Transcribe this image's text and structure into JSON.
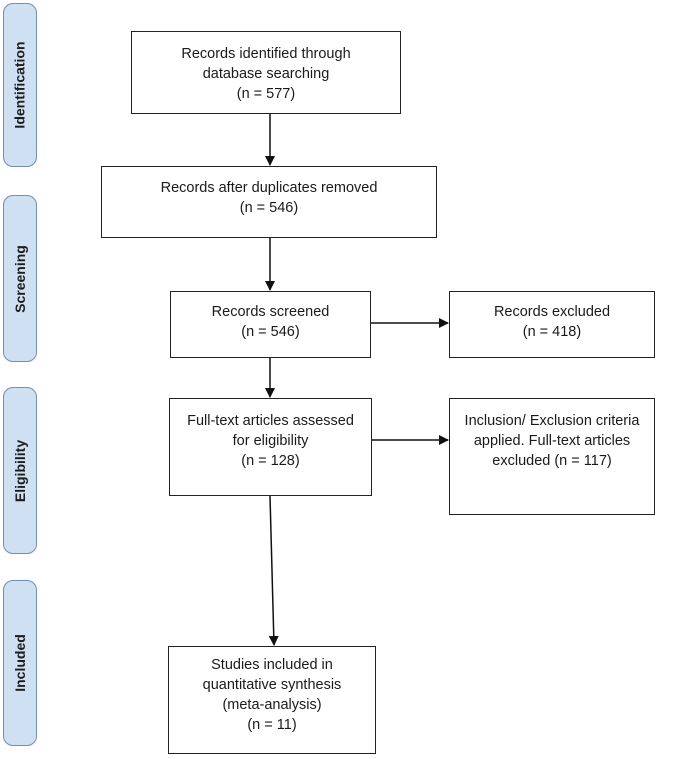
{
  "stages": [
    {
      "key": "identification",
      "label": "Identification"
    },
    {
      "key": "screening",
      "label": "Screening"
    },
    {
      "key": "eligibility",
      "label": "Eligibility"
    },
    {
      "key": "included",
      "label": "Included"
    }
  ],
  "boxes": {
    "identified": {
      "lines": [
        "Records identified through",
        "database searching",
        "(n = 577)"
      ]
    },
    "after_duplicates": {
      "lines": [
        "Records after duplicates removed",
        "(n = 546)"
      ]
    },
    "screened": {
      "lines": [
        "Records screened",
        "(n = 546)"
      ]
    },
    "excluded": {
      "lines": [
        "Records excluded",
        "(n = 418)"
      ]
    },
    "full_text": {
      "lines": [
        "Full-text articles assessed",
        "for eligibility",
        "(n = 128)"
      ]
    },
    "criteria_excluded": {
      "lines": [
        "Inclusion/ Exclusion criteria",
        "applied. Full-text articles",
        "excluded (n = 117)"
      ]
    },
    "included": {
      "lines": [
        "Studies included in",
        "quantitative synthesis",
        "(meta-analysis)",
        "(n = 11)"
      ]
    }
  }
}
